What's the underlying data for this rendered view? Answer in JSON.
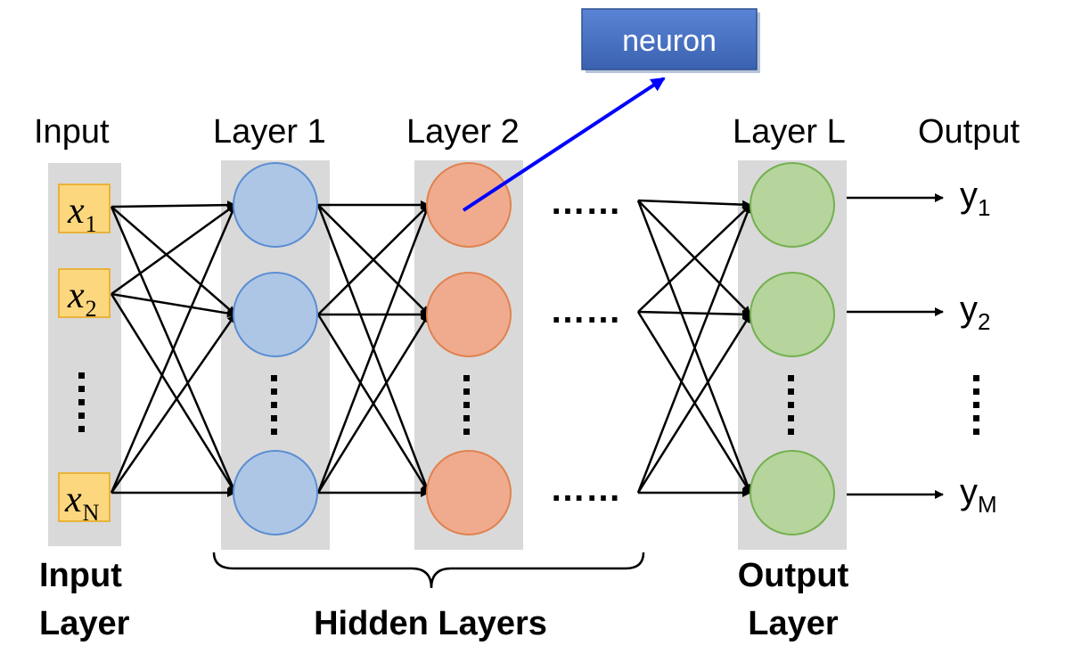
{
  "top_labels": {
    "input": "Input",
    "layer1": "Layer 1",
    "layer2": "Layer 2",
    "layerL": "Layer L",
    "output": "Output"
  },
  "callout": {
    "text": "neuron"
  },
  "inputs": [
    {
      "var": "x",
      "sub": "1"
    },
    {
      "var": "x",
      "sub": "2"
    },
    {
      "var": "x",
      "sub": "N"
    }
  ],
  "outputs": [
    {
      "var": "y",
      "sub": "1"
    },
    {
      "var": "y",
      "sub": "2"
    },
    {
      "var": "y",
      "sub": "M"
    }
  ],
  "ellipsis_horizontal": "……",
  "bottom_labels": {
    "input_layer_line1": "Input",
    "input_layer_line2": "Layer",
    "hidden_layers": "Hidden Layers",
    "output_layer_line1": "Output",
    "output_layer_line2": "Layer"
  },
  "colors": {
    "layer_bg": "#d9d9d9",
    "input_box_fill": "#fdd77e",
    "input_box_stroke": "#e8b33a",
    "layer1_fill": "#aec6e6",
    "layer1_stroke": "#5b8ed2",
    "layer2_fill": "#f0ab8f",
    "layer2_stroke": "#e0824f",
    "layerL_fill": "#b5d59c",
    "layerL_stroke": "#74b04f",
    "callout_fill": "#4472c4",
    "callout_arrow": "#0000ff"
  }
}
